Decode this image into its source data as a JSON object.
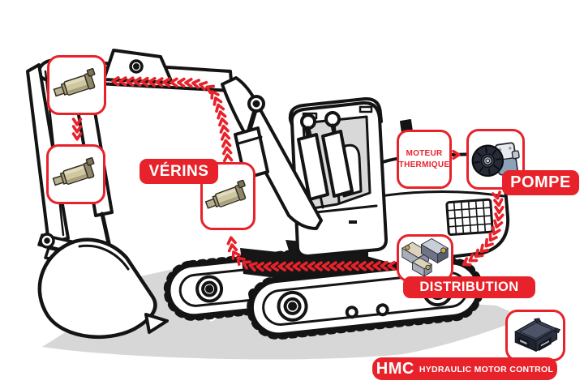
{
  "diagram": {
    "subject": "excavator-hydraulic-system",
    "callouts": {
      "verins": {
        "label": "VÉRINS"
      },
      "moteur_thermique": {
        "line1": "MOTEUR",
        "line2": "THERMIQUE"
      },
      "pompe": {
        "label": "POMPE"
      },
      "distribution": {
        "label": "DISTRIBUTION"
      },
      "hmc": {
        "acronym": "HMC",
        "label": "HYDRAULIC MOTOR CONTROL"
      }
    },
    "icons": {
      "cylinder_top": "hydraulic-cylinder-icon",
      "cylinder_bottom": "hydraulic-cylinder-icon",
      "cylinder_center": "hydraulic-cylinder-icon",
      "pump": "gear-pump-icon",
      "distribution": "control-valves-icon",
      "hmc": "ecu-controller-icon"
    },
    "colors": {
      "accent": "#e7222a",
      "ink": "#141414",
      "shadow": "#d7d7d7",
      "glass": "#d8d8d8",
      "cylinder_body": "#cfc6a2",
      "pump_dark": "#262b36",
      "controller_dark": "#2b3040"
    }
  }
}
